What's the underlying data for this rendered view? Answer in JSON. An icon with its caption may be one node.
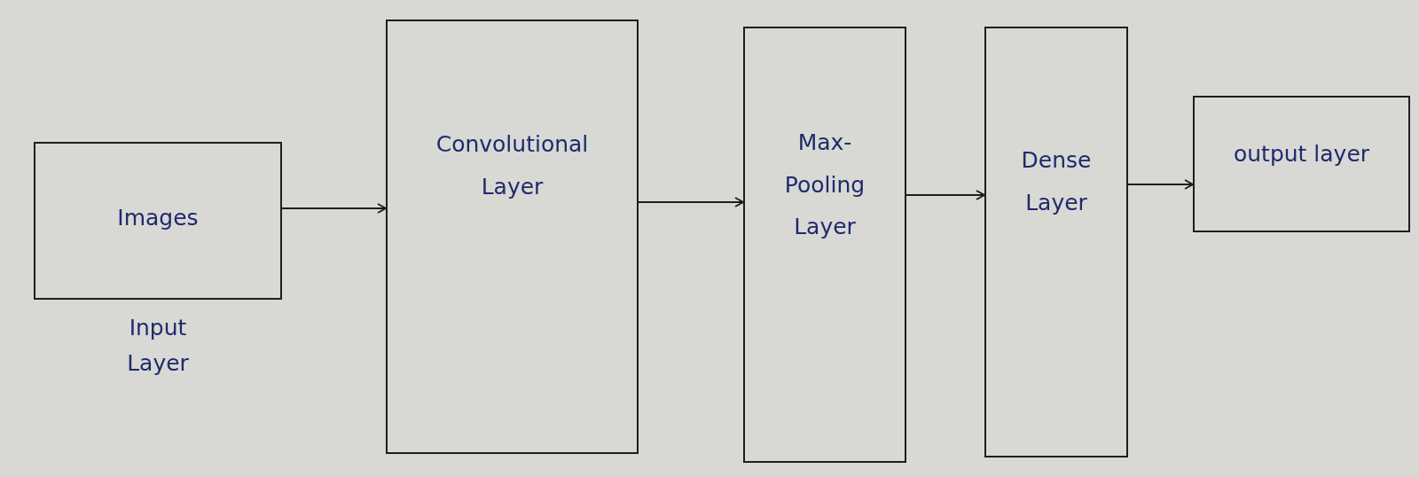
{
  "diagram": {
    "nodes": [
      {
        "text": [
          "Images"
        ],
        "beside": [
          "Input Layer"
        ]
      },
      {
        "text": [
          "Convolutional Layer"
        ]
      },
      {
        "text": [
          "Max-Pooling Layer"
        ]
      },
      {
        "text": [
          "Dense Layer"
        ]
      },
      {
        "text": [
          "output layer"
        ]
      }
    ],
    "edges": [
      {
        "from": 0,
        "to": 1,
        "arrow": "to"
      },
      {
        "from": 1,
        "to": 2,
        "arrow": "to"
      },
      {
        "from": 2,
        "to": 3,
        "arrow": "to"
      },
      {
        "from": 3,
        "to": 4,
        "arrow": "to"
      }
    ]
  }
}
